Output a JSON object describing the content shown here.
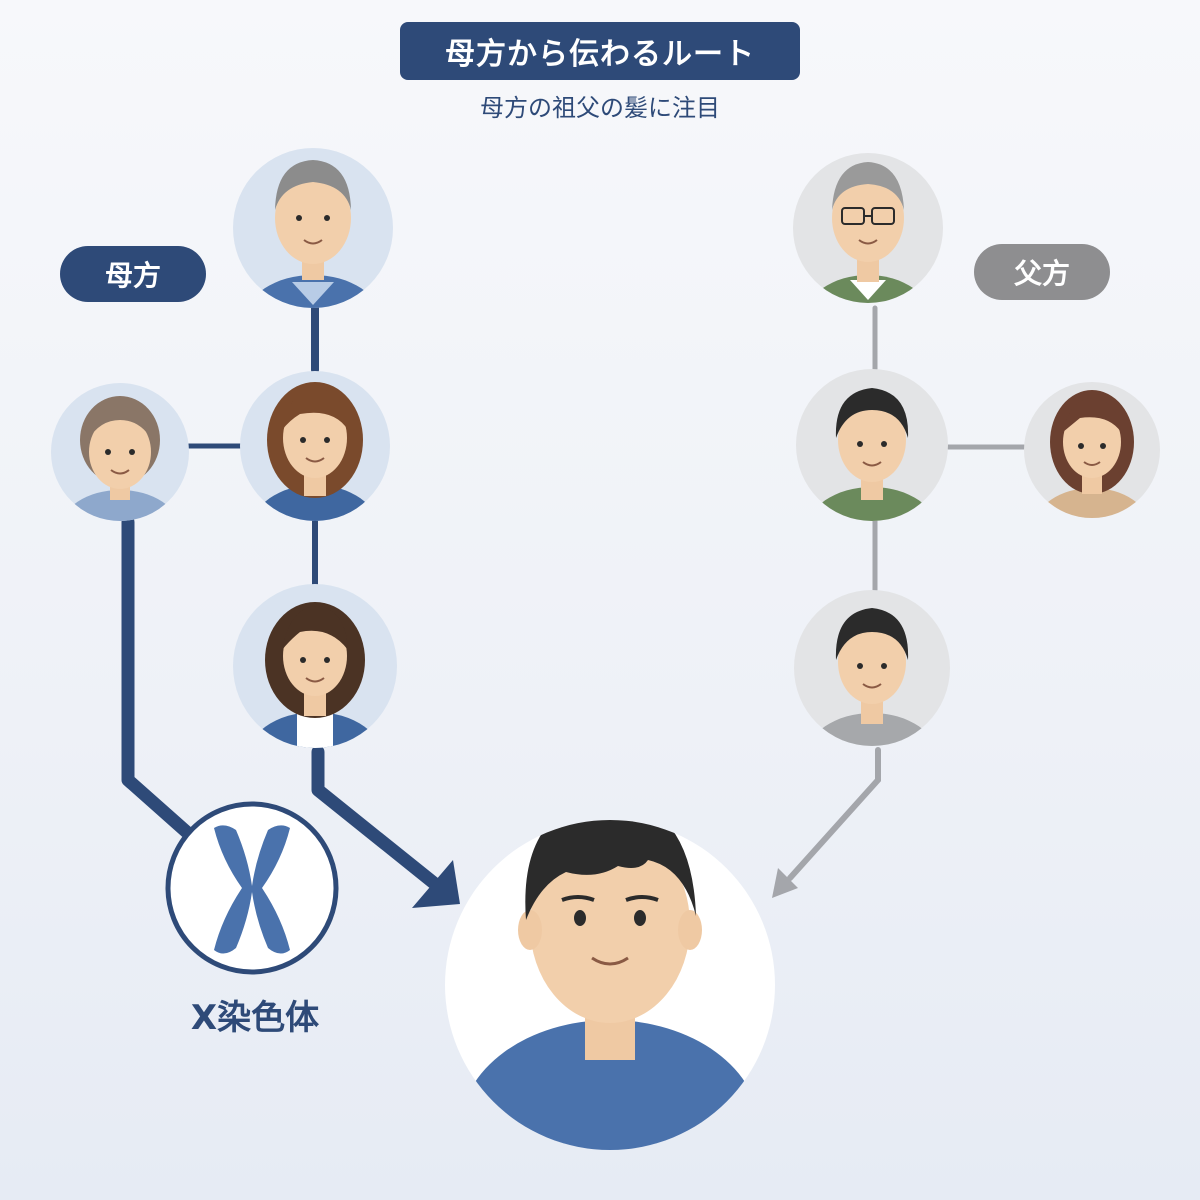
{
  "header": {
    "title": "母方から伝わるルート",
    "subtitle": "母方の祖父の髪に注目"
  },
  "labels": {
    "maternal": "母方",
    "paternal": "父方",
    "x_chromosome": "X染色体"
  },
  "colors": {
    "maternal_blue": "#2e4a78",
    "paternal_gray": "#8e8e90"
  },
  "people": [
    {
      "id": "maternal-grandfather",
      "side": "maternal",
      "hair": "gray"
    },
    {
      "id": "maternal-grandmother",
      "side": "maternal",
      "hair": "gray"
    },
    {
      "id": "mother-sister",
      "side": "maternal",
      "hair": "brown"
    },
    {
      "id": "mother",
      "side": "maternal",
      "hair": "brown"
    },
    {
      "id": "paternal-grandfather",
      "side": "paternal",
      "hair": "gray"
    },
    {
      "id": "father",
      "side": "paternal",
      "hair": "black"
    },
    {
      "id": "father-spouse",
      "side": "paternal",
      "hair": "brown"
    },
    {
      "id": "brother",
      "side": "paternal",
      "hair": "black"
    },
    {
      "id": "child",
      "side": "center",
      "hair": "black"
    }
  ]
}
